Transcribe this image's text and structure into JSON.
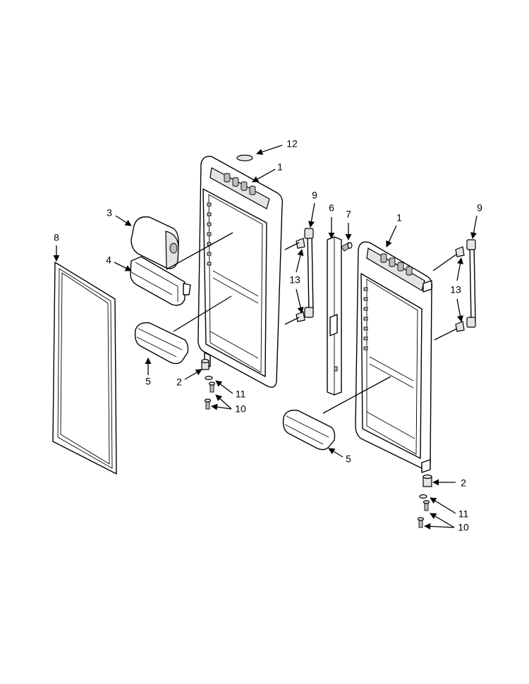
{
  "callouts": {
    "c1a": "1",
    "c1b": "1",
    "c2a": "2",
    "c2b": "2",
    "c3": "3",
    "c4": "4",
    "c5a": "5",
    "c5b": "5",
    "c6": "6",
    "c7": "7",
    "c8": "8",
    "c9a": "9",
    "c9b": "9",
    "c10a": "10",
    "c10b": "10",
    "c11a": "11",
    "c11b": "11",
    "c12": "12",
    "c13a": "13",
    "c13b": "13"
  }
}
